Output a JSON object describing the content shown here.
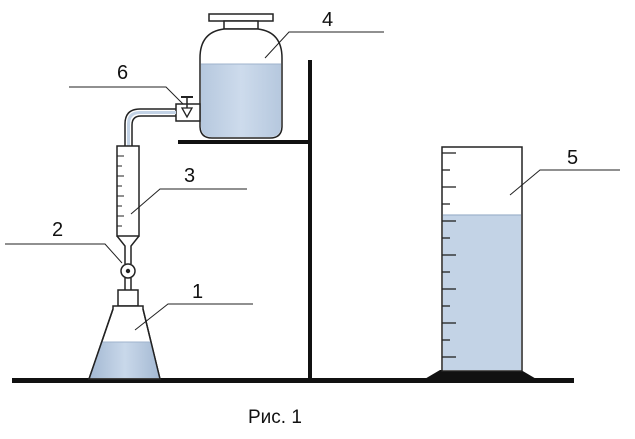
{
  "labels": [
    "1",
    "2",
    "3",
    "4",
    "5",
    "6"
  ],
  "caption": "Рис. 1",
  "colors": {
    "liquid": "#c3d3e6",
    "liquid_dark": "#a9bfd8",
    "stroke": "#222222"
  }
}
